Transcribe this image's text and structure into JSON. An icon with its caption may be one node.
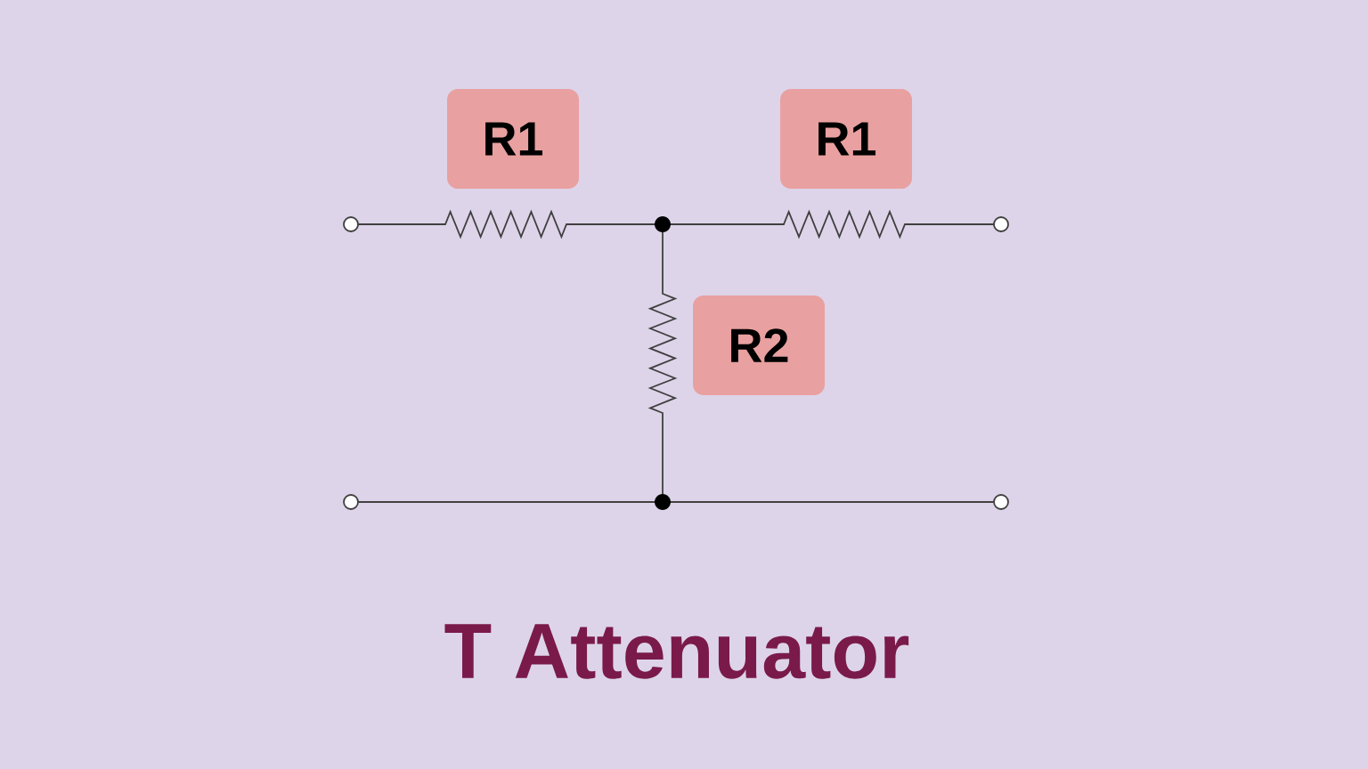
{
  "diagram": {
    "title": "T Attenuator",
    "nodes": [
      {
        "text": [
          "R1"
        ]
      },
      {
        "text": [
          "R1"
        ]
      },
      {
        "text": [
          "R2"
        ]
      }
    ]
  }
}
